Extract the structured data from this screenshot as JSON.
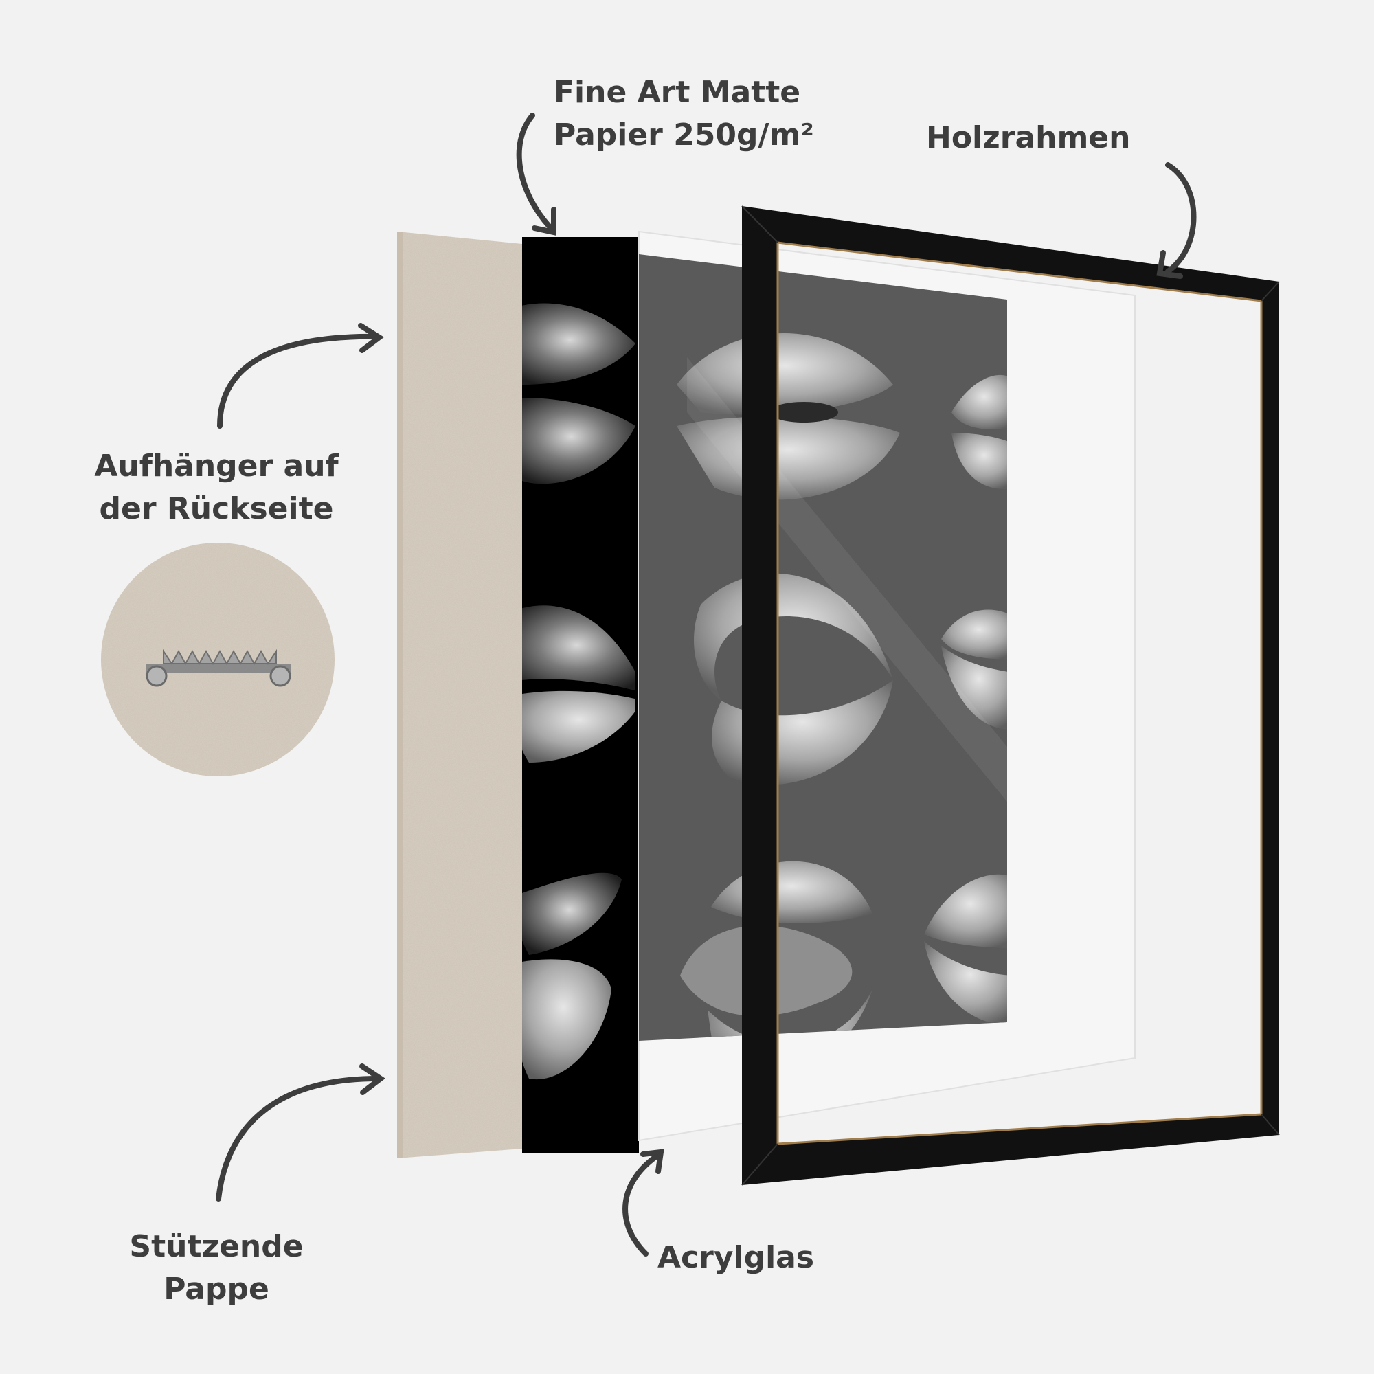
{
  "labels": {
    "paper": {
      "line1": "Fine Art Matte",
      "line2": "Papier 250g/m²"
    },
    "frame": {
      "line1": "Holzrahmen"
    },
    "hanger": {
      "line1": "Aufhänger auf",
      "line2": "der Rückseite"
    },
    "cardboard": {
      "line1": "Stützende",
      "line2": "Pappe"
    },
    "acrylic": {
      "line1": "Acrylglas"
    }
  },
  "colors": {
    "background": "#f2f2f2",
    "text": "#3d3d3d",
    "cardboard": "#d8cfc2",
    "print_background": "#000000",
    "acrylic_tint": "#5a5a5a",
    "frame": "#111111",
    "frame_inner_edge": "#a07d4a"
  },
  "icons": [
    "curved-arrow-icon",
    "sawtooth-hanger-icon",
    "lips-print-icon"
  ]
}
